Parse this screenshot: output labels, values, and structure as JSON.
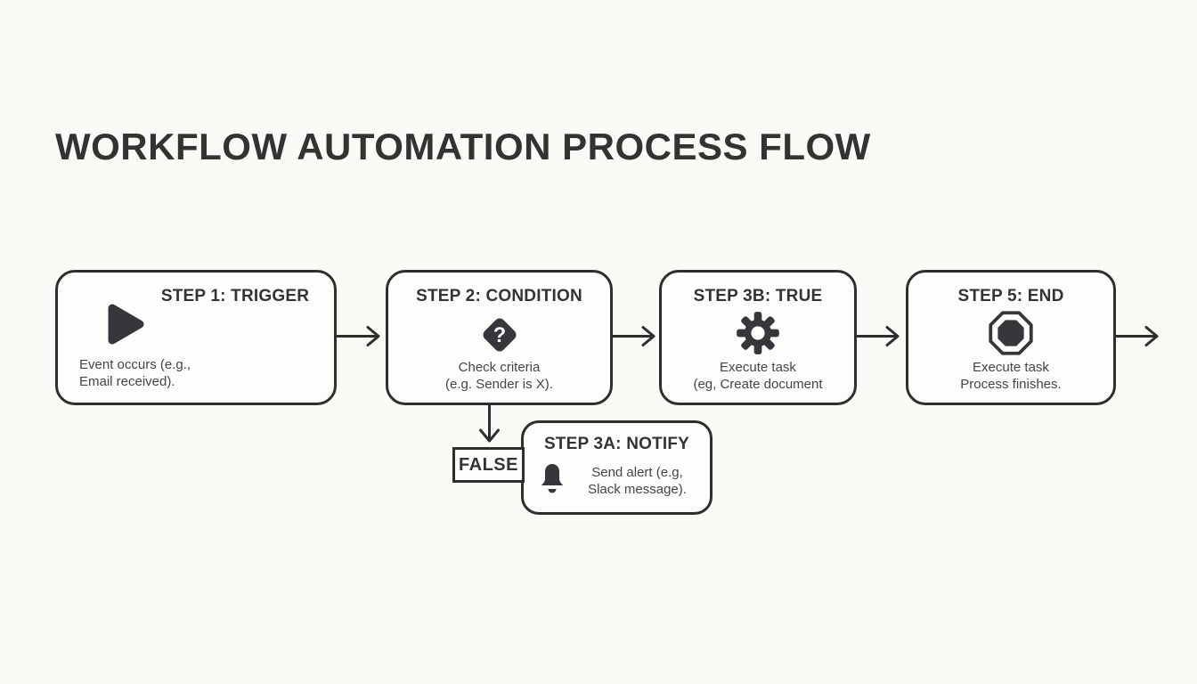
{
  "title": "WORKFLOW AUTOMATION PROCESS FLOW",
  "colors": {
    "background": "#fafaf7",
    "box_background": "#fdfdfb",
    "stroke": "#2e2e2e",
    "icon_fill": "#35373a",
    "heading_text": "#333333",
    "body_text": "#454545"
  },
  "nodes": [
    {
      "id": "trigger",
      "title": "STEP 1: TRIGGER",
      "icon": "play-icon",
      "desc_line1": "Event occurs (e.g.,",
      "desc_line2": "Email received)."
    },
    {
      "id": "condition",
      "title": "STEP 2: CONDITION",
      "icon": "question-diamond-icon",
      "desc_line1": "Check criteria",
      "desc_line2": "(e.g. Sender is X)."
    },
    {
      "id": "true-branch",
      "title": "STEP 3B: TRUE",
      "icon": "gear-icon",
      "desc_line1": "Execute task",
      "desc_line2": "(eg, Create document"
    },
    {
      "id": "end",
      "title": "STEP 5: END",
      "icon": "stop-octagon-icon",
      "desc_line1": "Execute task",
      "desc_line2": "Process finishes."
    },
    {
      "id": "notify",
      "title": "STEP 3A: NOTIFY",
      "icon": "bell-icon",
      "desc_line1": "Send alert (e.g,",
      "desc_line2": "Slack message)."
    }
  ],
  "labels": {
    "false_branch": "FALSE",
    "question_glyph": "?"
  }
}
